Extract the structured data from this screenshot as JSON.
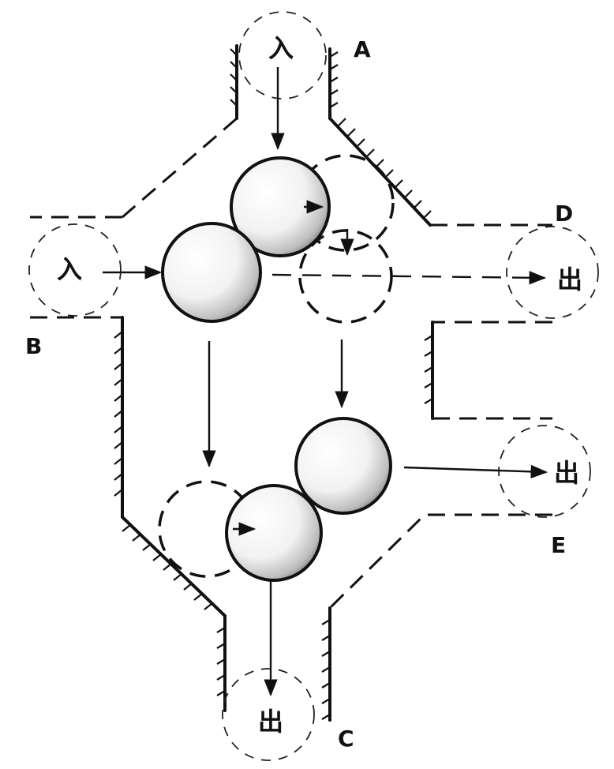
{
  "labels": {
    "a": "A",
    "b": "B",
    "c": "C",
    "d": "D",
    "e": "E"
  },
  "ports": {
    "in_top": "入",
    "in_left": "入",
    "out_right_top": "出",
    "out_right_bottom": "出",
    "out_bottom": "出"
  }
}
